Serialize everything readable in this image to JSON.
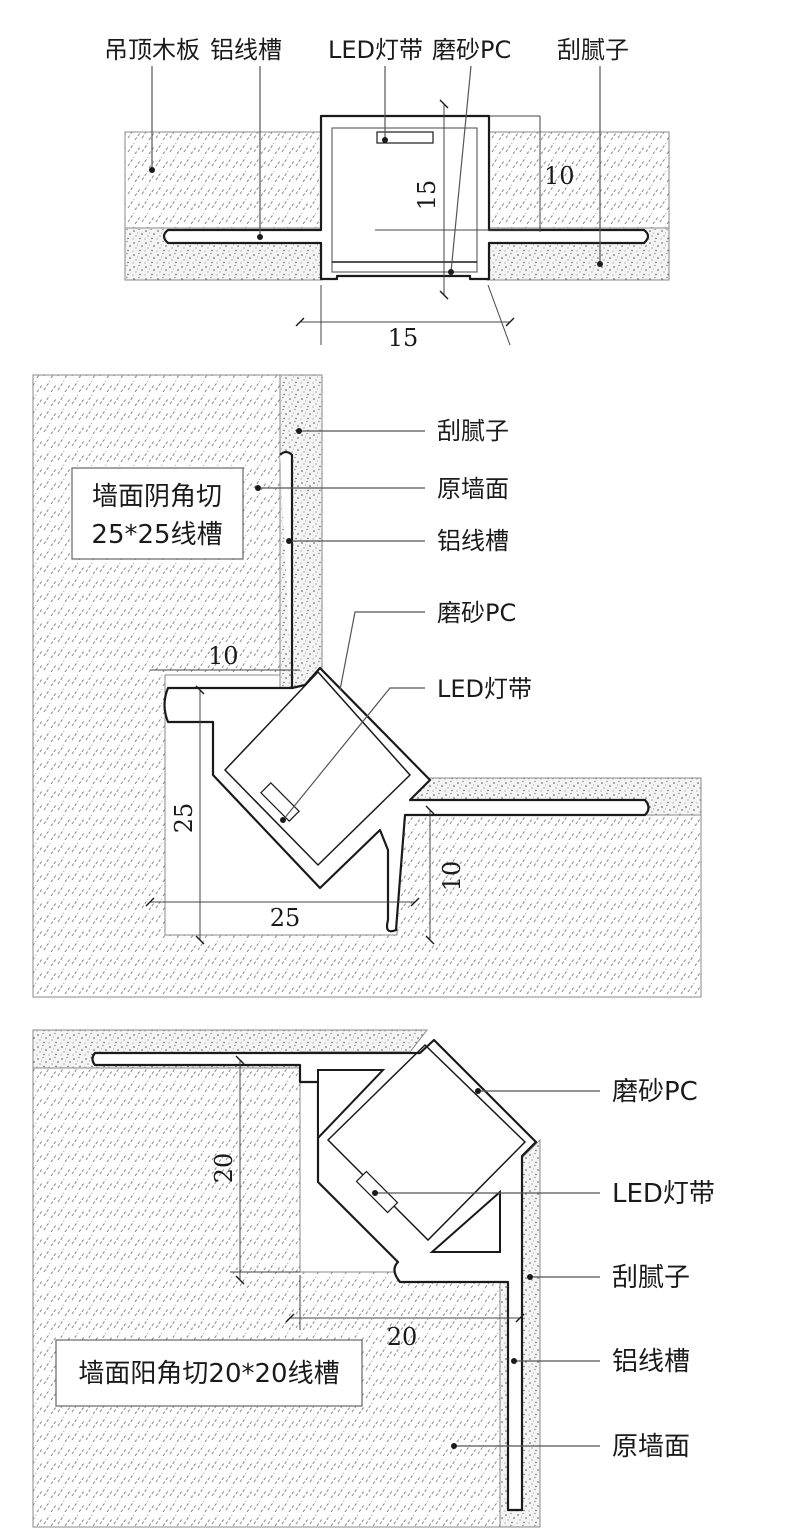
{
  "diagram1": {
    "labels": {
      "ceiling_board": "吊顶木板",
      "aluminum_channel": "铝线槽",
      "led_strip": "LED灯带",
      "frosted_pc": "磨砂PC",
      "putty": "刮腻子"
    },
    "dims": {
      "height": "15",
      "width": "15",
      "flange": "10"
    }
  },
  "diagram2": {
    "title_line1": "墙面阴角切",
    "title_line2": "25*25线槽",
    "labels": {
      "putty": "刮腻子",
      "wall": "原墙面",
      "aluminum_channel": "铝线槽",
      "frosted_pc": "磨砂PC",
      "led_strip": "LED灯带"
    },
    "dims": {
      "top": "10",
      "left": "25",
      "bottom": "25",
      "right": "10"
    }
  },
  "diagram3": {
    "title": "墙面阳角切20*20线槽",
    "labels": {
      "frosted_pc": "磨砂PC",
      "led_strip": "LED灯带",
      "putty": "刮腻子",
      "aluminum_channel": "铝线槽",
      "wall": "原墙面"
    },
    "dims": {
      "vertical": "20",
      "horizontal": "20"
    }
  },
  "colors": {
    "line": "#1a1a1a",
    "hatch": "#8a8a8a",
    "speckle": "#6a6a6a"
  }
}
